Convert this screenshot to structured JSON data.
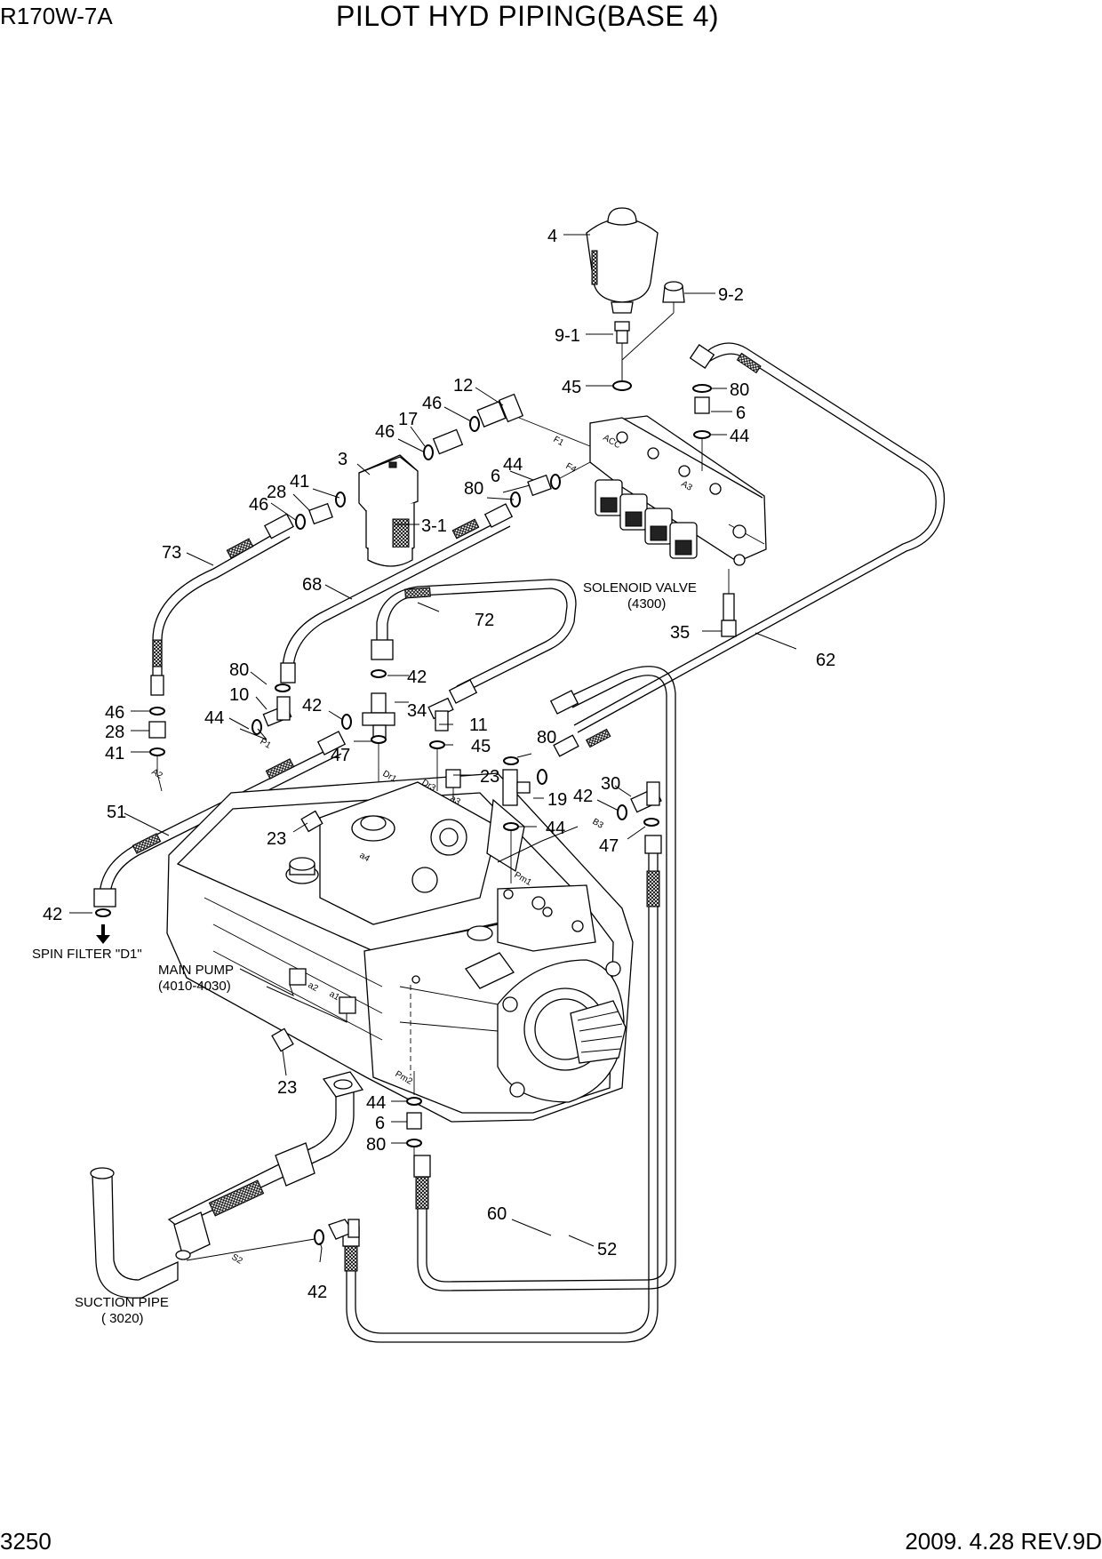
{
  "header": {
    "model": "R170W-7A",
    "title": "PILOT HYD PIPING(BASE 4)"
  },
  "footer": {
    "page_number": "3250",
    "date_rev": "2009. 4.28  REV.9D"
  },
  "labels": {
    "solenoid_valve": "SOLENOID VALVE",
    "solenoid_valve_ref": "(4300)",
    "main_pump": "MAIN PUMP",
    "main_pump_ref": "(4010-4030)",
    "suction_pipe": "SUCTION PIPE",
    "suction_pipe_ref": "( 3020)",
    "spin_filter": "SPIN FILTER \"D1\""
  },
  "callouts": [
    {
      "id": "c4",
      "text": "4"
    },
    {
      "id": "c9-2",
      "text": "9-2"
    },
    {
      "id": "c9-1",
      "text": "9-1"
    },
    {
      "id": "c45a",
      "text": "45"
    },
    {
      "id": "c80a",
      "text": "80"
    },
    {
      "id": "c6a",
      "text": "6"
    },
    {
      "id": "c44a",
      "text": "44"
    },
    {
      "id": "c12",
      "text": "12"
    },
    {
      "id": "c46a",
      "text": "46"
    },
    {
      "id": "c17",
      "text": "17"
    },
    {
      "id": "c46b",
      "text": "46"
    },
    {
      "id": "c3",
      "text": "3"
    },
    {
      "id": "c41a",
      "text": "41"
    },
    {
      "id": "c28a",
      "text": "28"
    },
    {
      "id": "c46c",
      "text": "46"
    },
    {
      "id": "c3-1",
      "text": "3-1"
    },
    {
      "id": "c44b",
      "text": "44"
    },
    {
      "id": "c6b",
      "text": "6"
    },
    {
      "id": "c80b",
      "text": "80"
    },
    {
      "id": "c73",
      "text": "73"
    },
    {
      "id": "c68",
      "text": "68"
    },
    {
      "id": "c72",
      "text": "72"
    },
    {
      "id": "c35",
      "text": "35"
    },
    {
      "id": "c62",
      "text": "62"
    },
    {
      "id": "c80c",
      "text": "80"
    },
    {
      "id": "c42a",
      "text": "42"
    },
    {
      "id": "c10",
      "text": "10"
    },
    {
      "id": "c42b",
      "text": "42"
    },
    {
      "id": "c34",
      "text": "34"
    },
    {
      "id": "c46d",
      "text": "46"
    },
    {
      "id": "c44c",
      "text": "44"
    },
    {
      "id": "c28b",
      "text": "28"
    },
    {
      "id": "c11",
      "text": "11"
    },
    {
      "id": "c41b",
      "text": "41"
    },
    {
      "id": "c47a",
      "text": "47"
    },
    {
      "id": "c45b",
      "text": "45"
    },
    {
      "id": "c80d",
      "text": "80"
    },
    {
      "id": "c23a",
      "text": "23"
    },
    {
      "id": "c30",
      "text": "30"
    },
    {
      "id": "c19",
      "text": "19"
    },
    {
      "id": "c42c",
      "text": "42"
    },
    {
      "id": "c51",
      "text": "51"
    },
    {
      "id": "c44d",
      "text": "44"
    },
    {
      "id": "c23b",
      "text": "23"
    },
    {
      "id": "c47b",
      "text": "47"
    },
    {
      "id": "c42d",
      "text": "42"
    },
    {
      "id": "c23c",
      "text": "23"
    },
    {
      "id": "c44e",
      "text": "44"
    },
    {
      "id": "c6c",
      "text": "6"
    },
    {
      "id": "c80e",
      "text": "80"
    },
    {
      "id": "c60",
      "text": "60"
    },
    {
      "id": "c52",
      "text": "52"
    },
    {
      "id": "c42e",
      "text": "42"
    }
  ],
  "ports": [
    {
      "id": "pF1",
      "text": "F1"
    },
    {
      "id": "pF4",
      "text": "F4"
    },
    {
      "id": "pACC",
      "text": "ACC"
    },
    {
      "id": "pA3",
      "text": "A3"
    },
    {
      "id": "pP1",
      "text": "P1"
    },
    {
      "id": "pA2",
      "text": "A2"
    },
    {
      "id": "pDr1",
      "text": "Dr1"
    },
    {
      "id": "pDr3",
      "text": "Dr3"
    },
    {
      "id": "pa3",
      "text": "a3"
    },
    {
      "id": "pa4",
      "text": "a4"
    },
    {
      "id": "pB3",
      "text": "B3"
    },
    {
      "id": "pPm1",
      "text": "Pm1"
    },
    {
      "id": "pa2",
      "text": "a2"
    },
    {
      "id": "pa1",
      "text": "a1"
    },
    {
      "id": "pPm2",
      "text": "Pm2"
    },
    {
      "id": "pS2",
      "text": "S2"
    }
  ]
}
